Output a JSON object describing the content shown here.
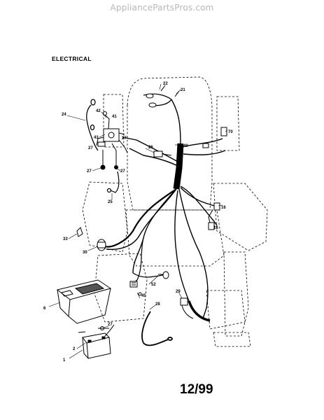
{
  "watermark": "AppliancePartsPros.com",
  "heading": "ELECTRICAL",
  "page_number": "12/99",
  "callouts": {
    "c1": "1",
    "c2": "2",
    "c6": "6",
    "c16": "16",
    "c18": "18",
    "c21": "21",
    "c22": "22",
    "c24": "24",
    "c25": "25",
    "c26": "26",
    "c27": "27",
    "c28": "28",
    "c29": "29",
    "c30": "30",
    "c33": "33",
    "c40": "40",
    "c41": "41",
    "c42": "42",
    "c43": "43",
    "c45": "45",
    "c52": "52",
    "c70": "70"
  }
}
